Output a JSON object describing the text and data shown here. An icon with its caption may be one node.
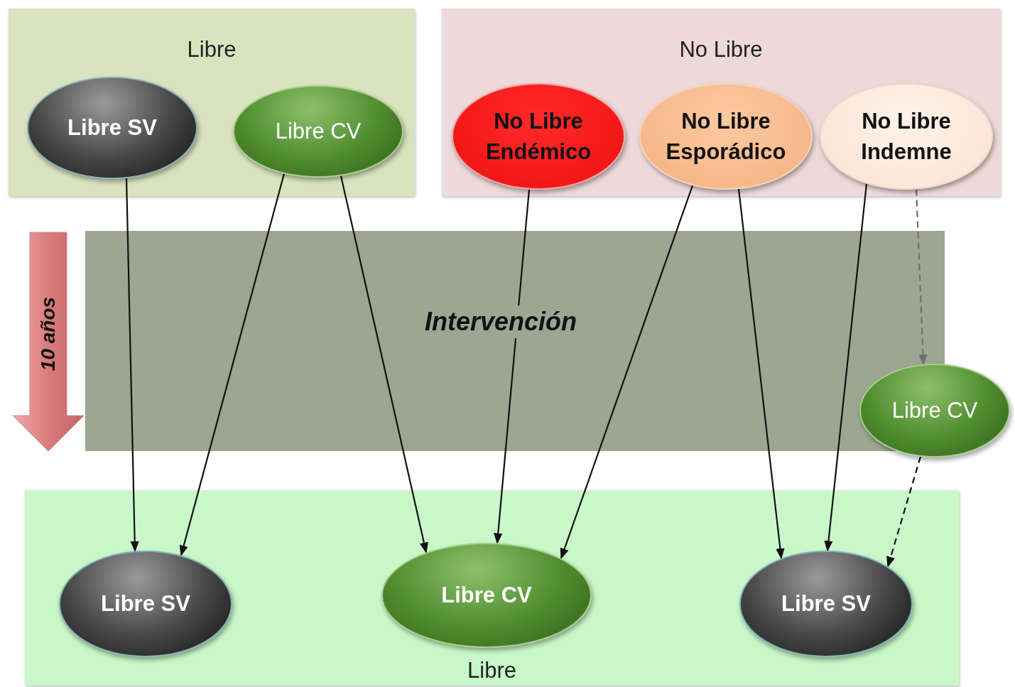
{
  "diagram": {
    "nodes": [
      {
        "text": [
          "Libre"
        ]
      },
      {
        "text": [
          "Libre SV"
        ],
        "in": 0
      },
      {
        "text": [
          "Libre CV"
        ],
        "in": 0
      },
      {
        "text": [
          "No Libre"
        ]
      },
      {
        "text": [
          "No Libre Endémico"
        ],
        "in": 3
      },
      {
        "text": [
          "No Libre Esporádico"
        ],
        "in": 3
      },
      {
        "text": [
          "No Libre Indemne"
        ],
        "in": 3
      },
      {
        "text": [
          "Libre CV"
        ]
      },
      {
        "text": [
          "Libre"
        ]
      },
      {
        "text": [
          "Libre SV"
        ],
        "in": 8
      },
      {
        "text": [
          "Libre CV"
        ],
        "in": 8
      },
      {
        "text": [
          "Libre SV"
        ],
        "in": 8
      }
    ],
    "edges": [
      {
        "from": 1,
        "to": 9,
        "arrow": "to"
      },
      {
        "from": 2,
        "to": 9,
        "arrow": "to"
      },
      {
        "from": 2,
        "to": 10,
        "arrow": "to"
      },
      {
        "from": 4,
        "to": 10,
        "arrow": "to"
      },
      {
        "from": 5,
        "to": 10,
        "arrow": "to"
      },
      {
        "from": 5,
        "to": 11,
        "arrow": "to"
      },
      {
        "from": 6,
        "to": 11,
        "arrow": "to"
      },
      {
        "from": 6,
        "to": 7,
        "arrow": "to",
        "style": "dashed",
        "color": "#707070"
      },
      {
        "from": 7,
        "to": 11,
        "arrow": "to",
        "style": "dashed"
      }
    ],
    "labels": [
      "10 años",
      "Intervención"
    ]
  }
}
